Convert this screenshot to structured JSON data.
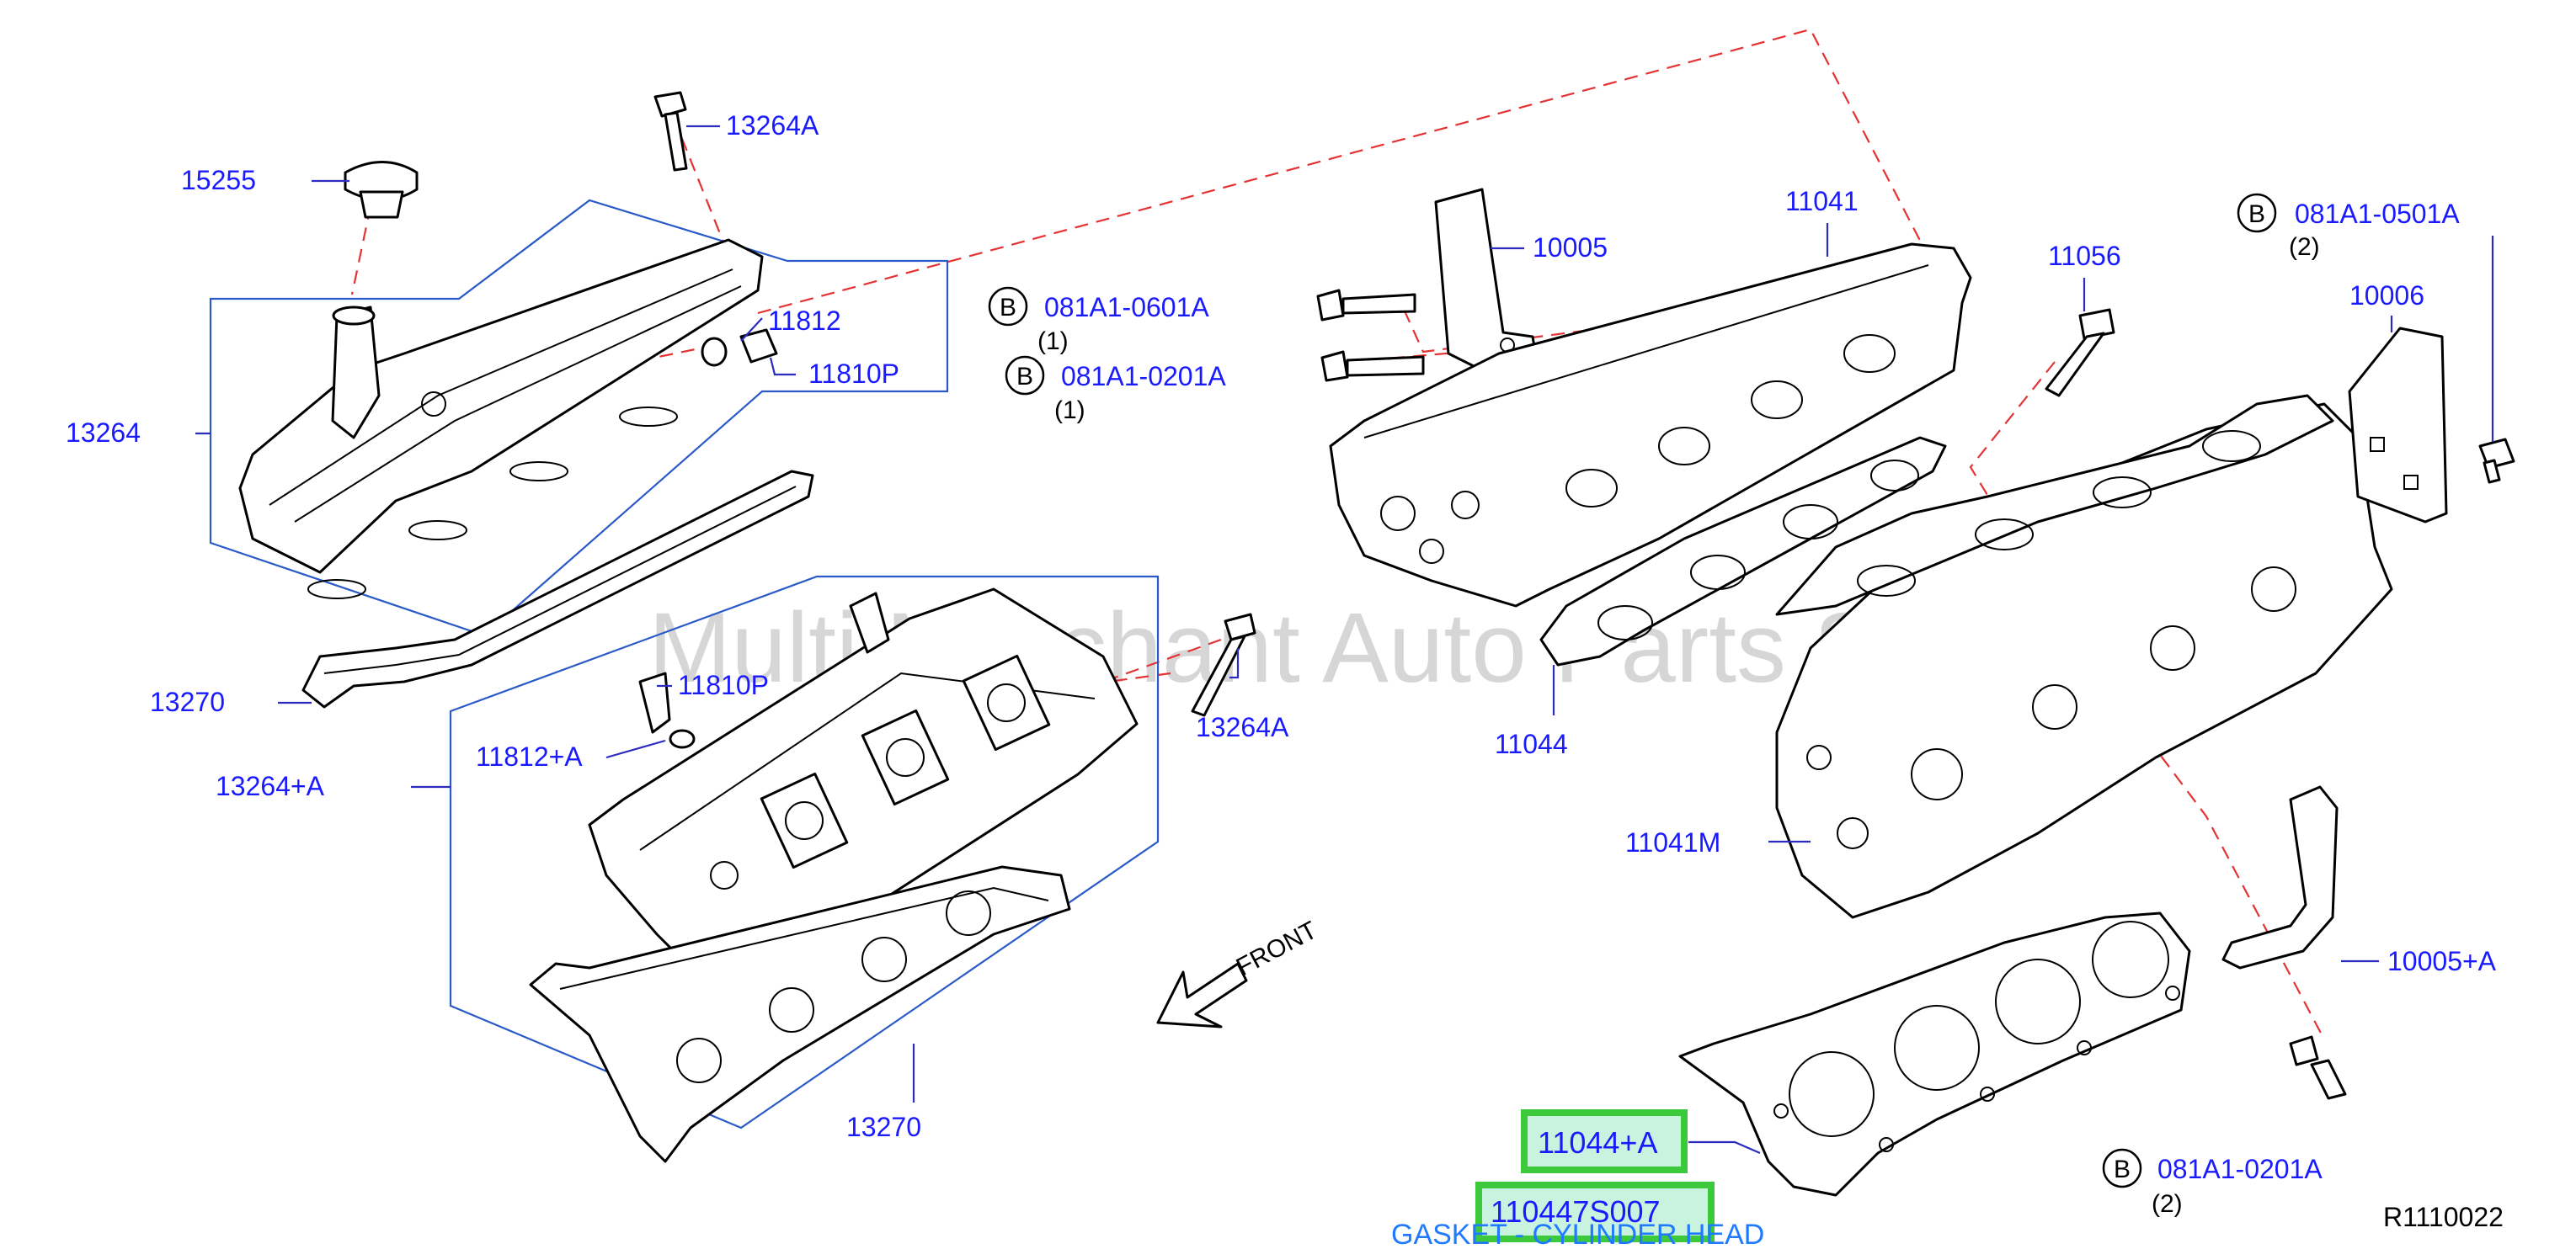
{
  "watermark": "Multi Merchant Auto Parts Store",
  "labels": {
    "p15255": "15255",
    "p13264A_top": "13264A",
    "p11812": "11812",
    "p11810P_top": "11810P",
    "p13264": "13264",
    "p13270_left": "13270",
    "p11810P_mid": "11810P",
    "p11812A": "11812+A",
    "p13264A_mid": "13264A",
    "p13264_A": "13264+A",
    "p13270_bottom": "13270",
    "p10005": "10005",
    "p11041": "11041",
    "p11056": "11056",
    "p10006": "10006",
    "p11044": "11044",
    "p11041M": "11041M",
    "p10005A": "10005+A"
  },
  "bolts": {
    "b1": {
      "letter": "B",
      "code": "081A1-0601A",
      "qty": "(1)"
    },
    "b2": {
      "letter": "B",
      "code": "081A1-0201A",
      "qty": "(1)"
    },
    "b3": {
      "letter": "B",
      "code": "081A1-0501A",
      "qty": "(2)"
    },
    "b4": {
      "letter": "B",
      "code": "081A1-0201A",
      "qty": "(2)"
    }
  },
  "highlight": {
    "part1": "11044+A",
    "part2": "110447S007",
    "description": "GASKET - CYLINDER HEAD"
  },
  "front_label": "FRONT",
  "reference_code": "R1110022",
  "colors": {
    "part_numbers": "#1a1aff",
    "leaders": "#2b2bbf",
    "dashed_lines": "#e53232",
    "highlight_border": "#3cc93c",
    "highlight_fill": "#c9f2df",
    "description": "#1f7aff"
  },
  "icons": [
    "bolt-icon",
    "front-arrow-icon",
    "circle-b-icon"
  ]
}
